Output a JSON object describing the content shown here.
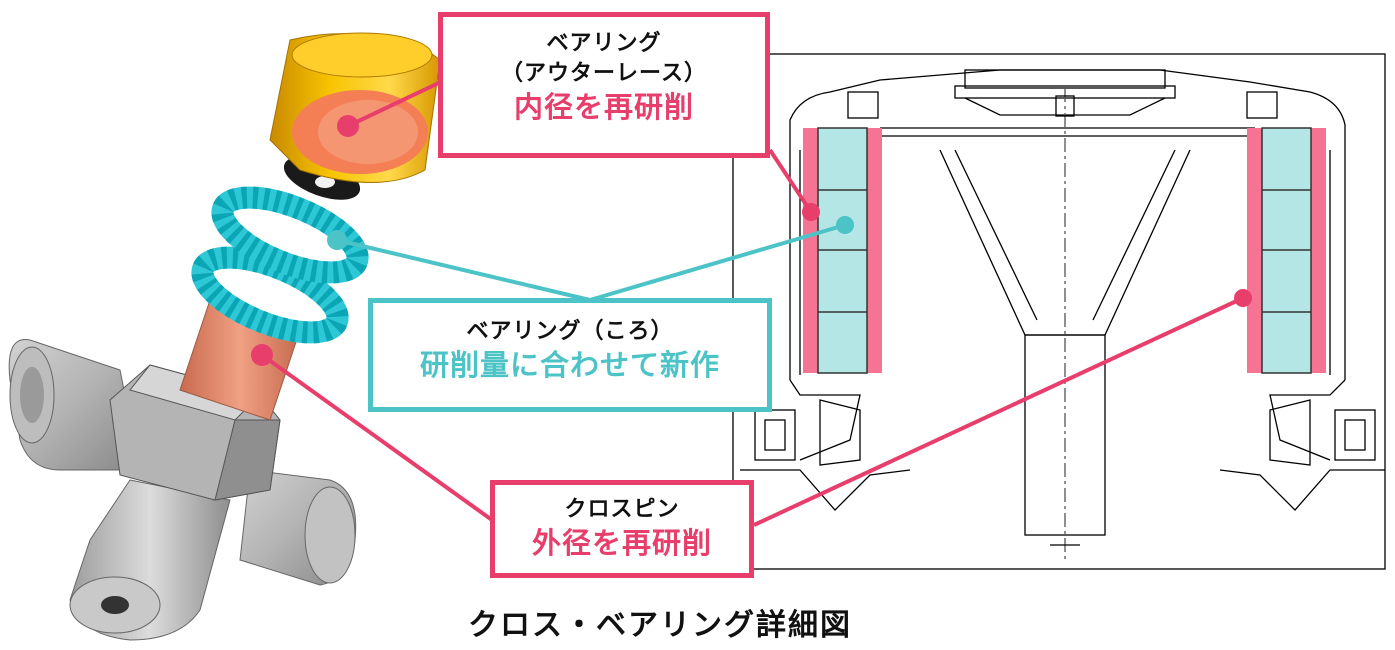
{
  "callouts": {
    "outer_race": {
      "title_line1": "ベアリング",
      "title_line2": "（アウターレース）",
      "action": "内径を再研削"
    },
    "rollers": {
      "title": "ベアリング（ころ）",
      "action": "研削量に合わせて新作"
    },
    "cross_pin": {
      "title": "クロスピン",
      "action": "外径を再研削"
    }
  },
  "caption": "クロス・ベアリング詳細図",
  "colors": {
    "accent_pink": "#E83E6C",
    "accent_teal": "#4CC3C6",
    "roller_fill": "#B5E6E6",
    "race_fill": "#F57494",
    "outer_race_yellow": "#F0B400",
    "pin_salmon": "#E38B6C",
    "cross_gray": "#A9A9A9"
  }
}
